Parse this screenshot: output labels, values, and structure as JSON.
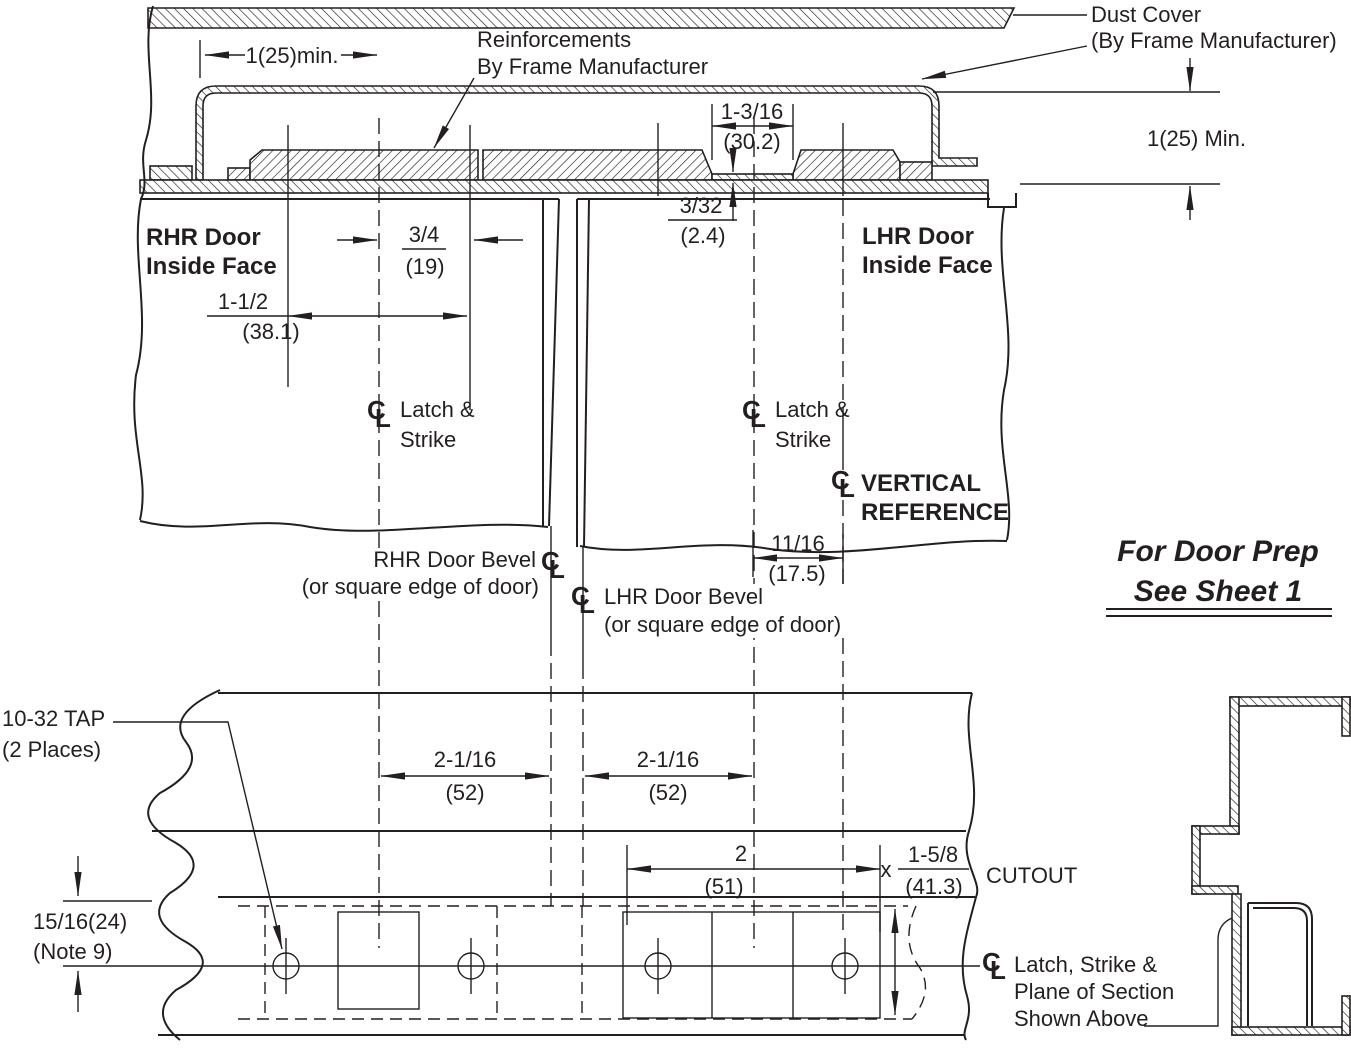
{
  "drawing": {
    "title": "Door frame head section and soffit strike preparation",
    "colors": {
      "ink": "#231f20",
      "paper": "#ffffff"
    },
    "labels": {
      "dust_cover": "Dust Cover",
      "by_frame_mfr_paren": "(By Frame Manufacturer)",
      "reinforcements": "Reinforcements",
      "by_frame_mfr": "By Frame Manufacturer",
      "min_1_25_left": "1(25)min.",
      "min_1_25_right": "1(25) Min.",
      "frac_1_3_16": "1-3/16",
      "mm_30_2": "(30.2)",
      "frac_3_32": "3/32",
      "mm_2_4": "(2.4)",
      "rhr_door": "RHR Door",
      "lhr_door": "LHR Door",
      "inside_face": "Inside Face",
      "frac_3_4": "3/4",
      "mm_19": "(19)",
      "frac_1_1_2": "1-1/2",
      "mm_38_1": "(38.1)",
      "latch_amp": "Latch &",
      "strike": "Strike",
      "vertical": "VERTICAL",
      "reference": "REFERENCE",
      "rhr_bevel": "RHR Door Bevel",
      "lhr_bevel": "LHR Door Bevel",
      "square_edge_note": "(or square edge of door)",
      "frac_11_16": "11/16",
      "mm_17_5": "(17.5)",
      "door_prep_1": "For Door Prep",
      "door_prep_2": "See Sheet 1",
      "tap": "10-32 TAP",
      "tap_places": "(2 Places)",
      "frac_2_1_16": "2-1/16",
      "mm_52": "(52)",
      "dim_2": "2",
      "mm_51": "(51)",
      "times_x": "x",
      "frac_1_5_8": "1-5/8",
      "mm_41_3": "(41.3)",
      "cutout": "CUTOUT",
      "dim_15_16_24": "15/16(24)",
      "note_9": "(Note 9)",
      "latch_strike_amp": "Latch, Strike &",
      "plane_of_section": "Plane of Section",
      "shown_above": "Shown Above",
      "cl_c": "C",
      "cl_l": "L"
    }
  }
}
